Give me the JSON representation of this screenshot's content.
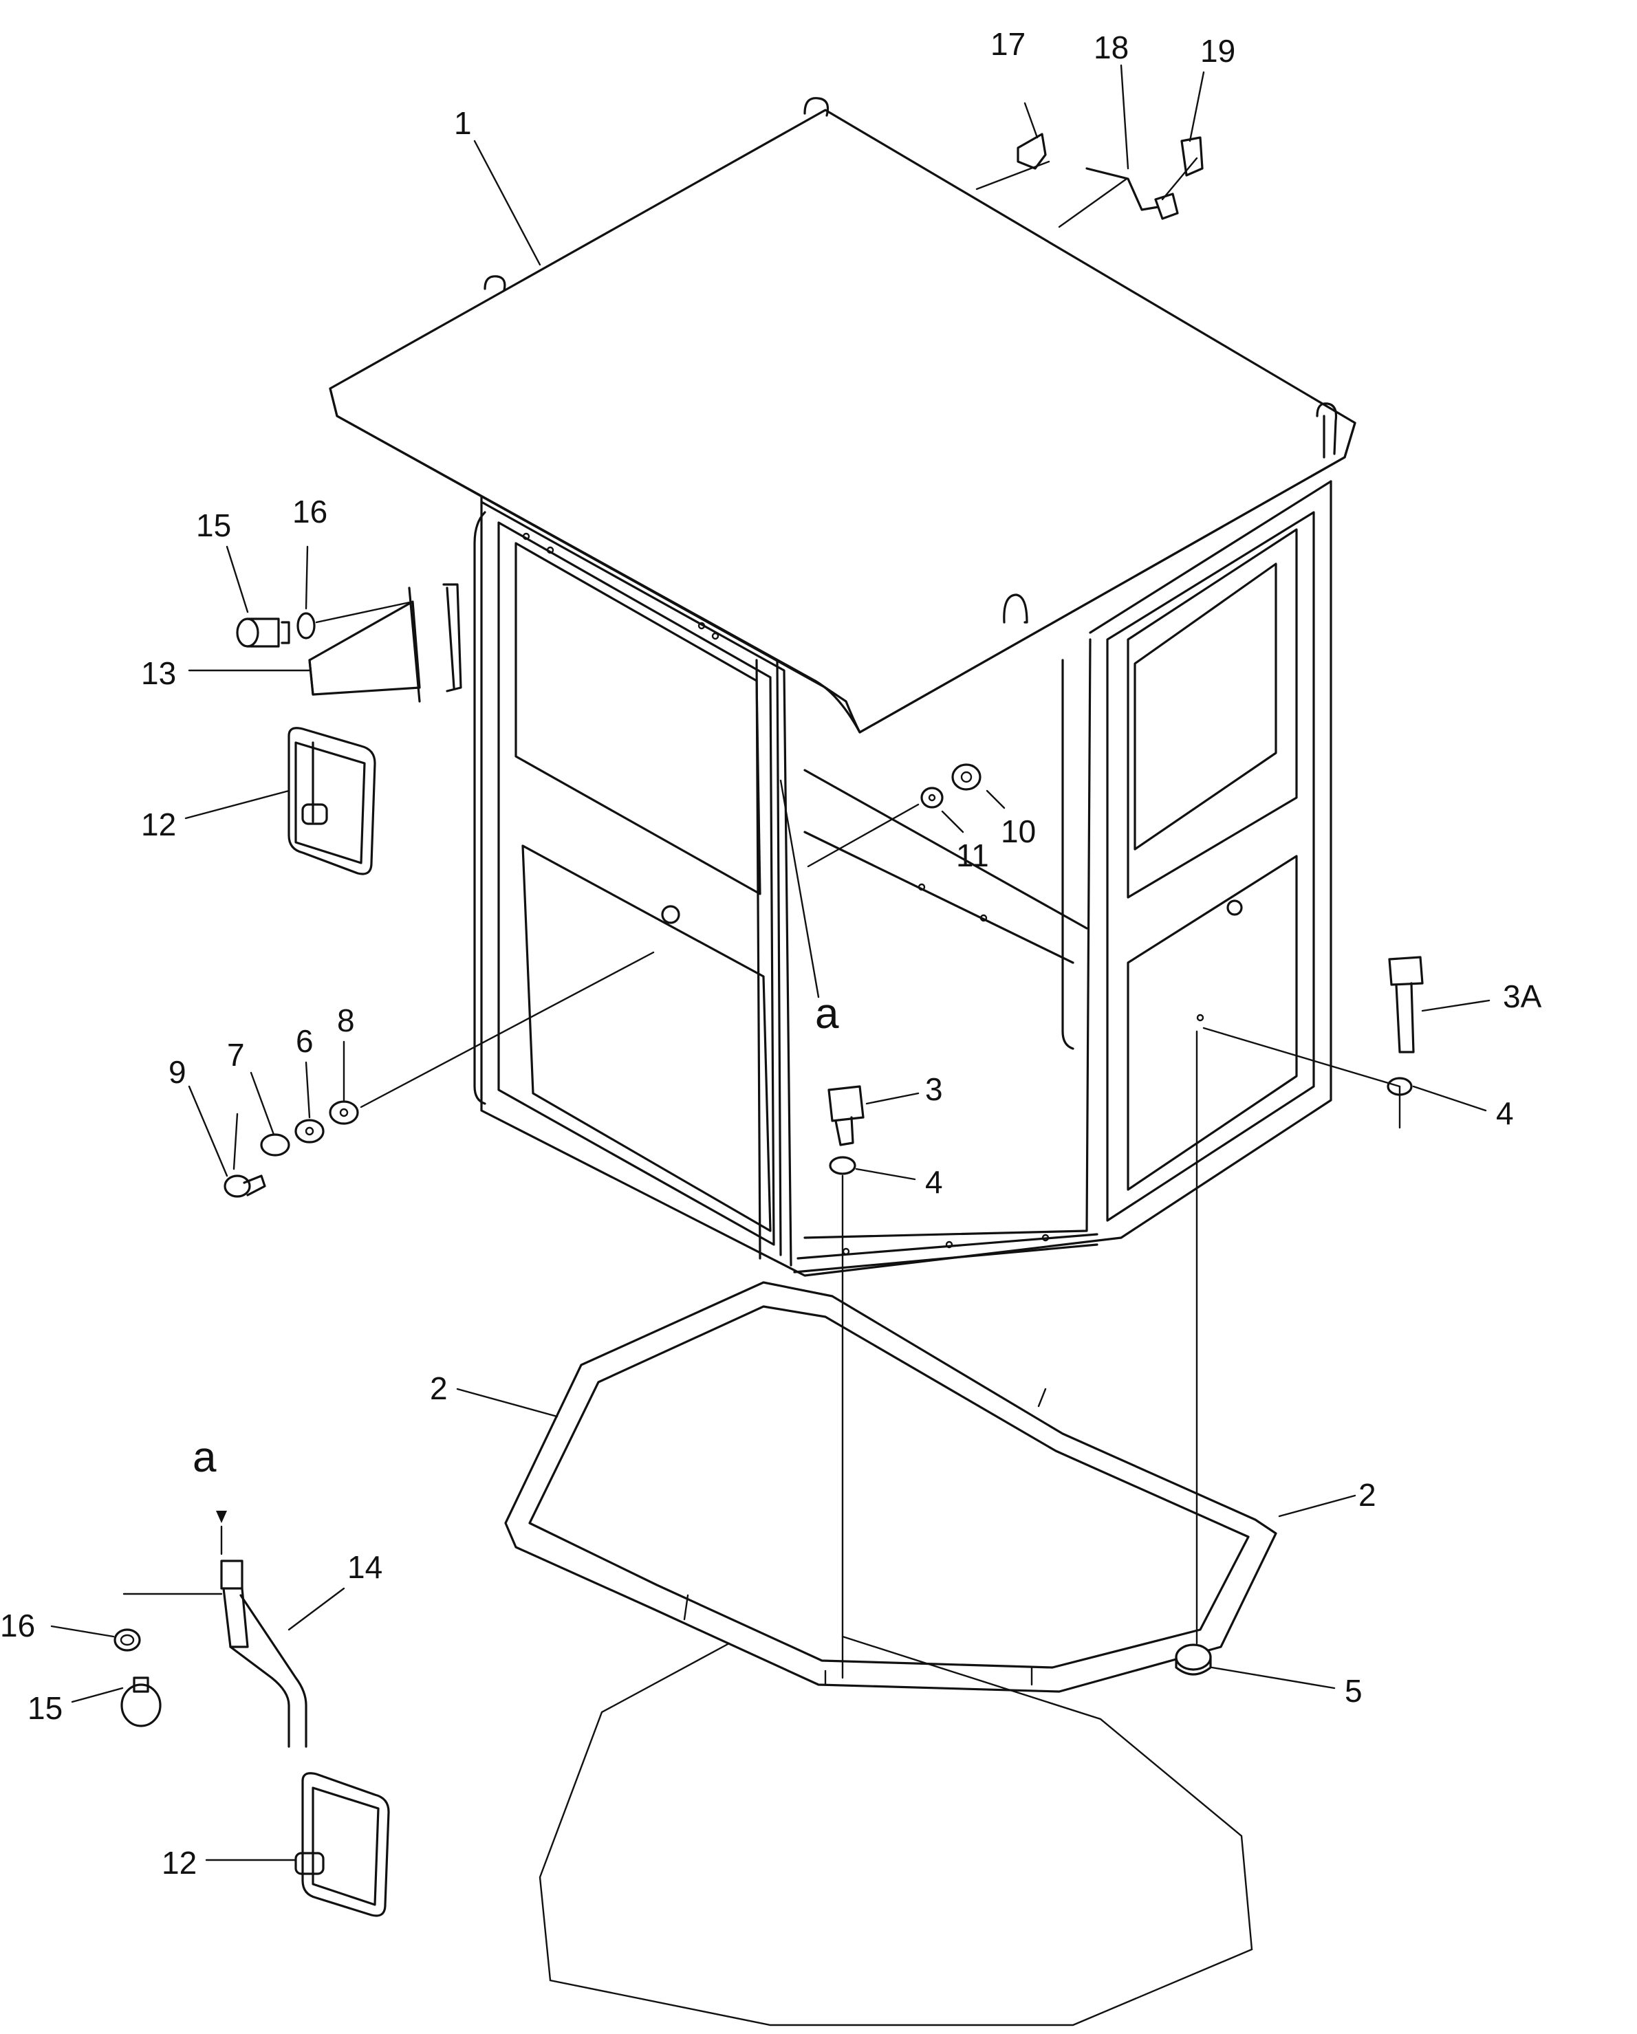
{
  "callouts": [
    {
      "id": "c1",
      "text": "1"
    },
    {
      "id": "c2a",
      "text": "2"
    },
    {
      "id": "c2b",
      "text": "2"
    },
    {
      "id": "c3",
      "text": "3"
    },
    {
      "id": "c3a",
      "text": "3A"
    },
    {
      "id": "c4a",
      "text": "4"
    },
    {
      "id": "c4b",
      "text": "4"
    },
    {
      "id": "c5",
      "text": "5"
    },
    {
      "id": "c6",
      "text": "6"
    },
    {
      "id": "c7",
      "text": "7"
    },
    {
      "id": "c8",
      "text": "8"
    },
    {
      "id": "c9",
      "text": "9"
    },
    {
      "id": "c10",
      "text": "10"
    },
    {
      "id": "c11",
      "text": "11"
    },
    {
      "id": "c12a",
      "text": "12"
    },
    {
      "id": "c12b",
      "text": "12"
    },
    {
      "id": "c13",
      "text": "13"
    },
    {
      "id": "c14",
      "text": "14"
    },
    {
      "id": "c15a",
      "text": "15"
    },
    {
      "id": "c15b",
      "text": "15"
    },
    {
      "id": "c16a",
      "text": "16"
    },
    {
      "id": "c16b",
      "text": "16"
    },
    {
      "id": "c17",
      "text": "17"
    },
    {
      "id": "c18",
      "text": "18"
    },
    {
      "id": "c19",
      "text": "19"
    }
  ],
  "view_markers": [
    {
      "id": "va",
      "text": "a"
    },
    {
      "id": "vb",
      "text": "a"
    }
  ]
}
